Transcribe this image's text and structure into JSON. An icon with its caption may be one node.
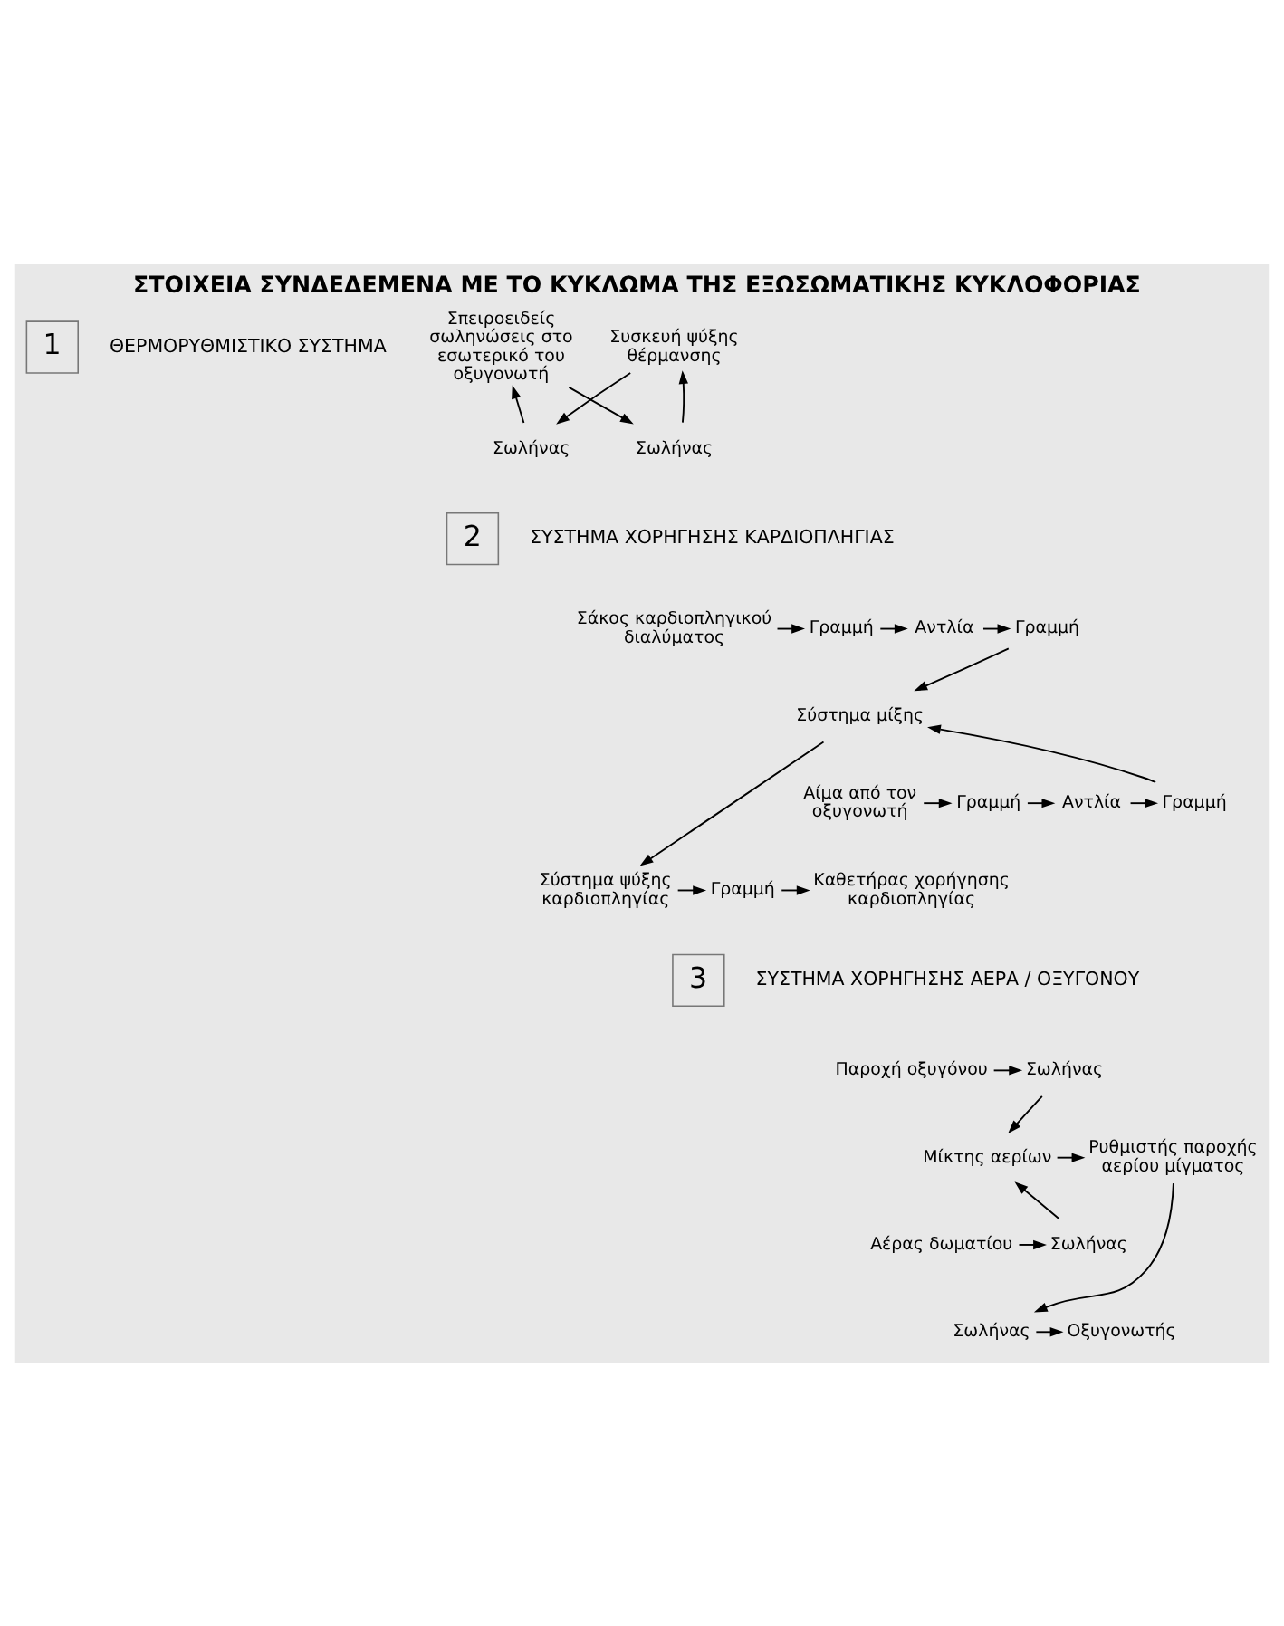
{
  "diagram": {
    "title": "ΣΤΟΙΧΕΙΑ ΣΥΝΔΕΔΕΜΕΝΑ ΜΕ ΤΟ ΚΥΚΛΩΜΑ ΤΗΣ ΕΞΩΣΩΜΑΤΙΚΗΣ ΚΥΚΛΟΦΟΡΙΑΣ",
    "nodes": [
      {
        "text": [
          "1"
        ],
        "beside": [
          "ΘΕΡΜΟΡΥΘΜΙΣΤΙΚΟ ΣΥΣΤΗΜΑ"
        ]
      },
      {
        "text": [
          "Συσκευή ψύξης θέρμανσης"
        ]
      },
      {
        "text": [
          "Σωλήνας"
        ]
      },
      {
        "text": [
          "Σπειροειδείς σωληνώσεις στο εσωτερικό του οξυγονωτή"
        ]
      },
      {
        "text": [
          "Σωλήνας"
        ]
      },
      {
        "text": [
          "2"
        ],
        "beside": [
          "ΣΥΣΤΗΜΑ ΧΟΡΗΓΗΣΗΣ ΚΑΡΔΙΟΠΛΗΓΙΑΣ"
        ]
      },
      {
        "text": [
          "Σάκος καρδιοπληγικού διαλύματος"
        ]
      },
      {
        "text": [
          "Γραμμή"
        ]
      },
      {
        "text": [
          "Αντλία"
        ]
      },
      {
        "text": [
          "Γραμμή"
        ]
      },
      {
        "text": [
          "Σύστημα μίξης"
        ]
      },
      {
        "text": [
          "Αίμα από τον οξυγονωτή"
        ]
      },
      {
        "text": [
          "Γραμμή"
        ]
      },
      {
        "text": [
          "Αντλία"
        ]
      },
      {
        "text": [
          "Γραμμή"
        ]
      },
      {
        "text": [
          "Καθετήρας χορήγησης καρδιοπληγίας"
        ]
      },
      {
        "text": [
          "Γραμμή"
        ]
      },
      {
        "text": [
          "Σύστημα ψύξης καρδιοπληγίας"
        ]
      },
      {
        "text": [
          "3"
        ],
        "beside": [
          "ΣΥΣΤΗΜΑ ΧΟΡΗΓΗΣΗΣ ΑΕΡΑ / ΟΞΥΓΟΝΟΥ"
        ]
      },
      {
        "text": [
          "Παροχή οξυγόνου"
        ]
      },
      {
        "text": [
          "Σωλήνας"
        ]
      },
      {
        "text": [
          "Μίκτης αερίων"
        ]
      },
      {
        "text": [
          "Ρυθμιστής παροχής αερίου μίγματος"
        ]
      },
      {
        "text": [
          "Αέρας δωματίου"
        ]
      },
      {
        "text": [
          "Σωλήνας"
        ]
      },
      {
        "text": [
          "Οξυγονωτής"
        ]
      },
      {
        "text": [
          "Σωλήνας"
        ]
      }
    ],
    "edges": [
      {
        "from": 1,
        "to": 2,
        "arrow": "to"
      },
      {
        "from": 2,
        "to": 3,
        "arrow": "to"
      },
      {
        "from": 3,
        "to": 4,
        "arrow": "to"
      },
      {
        "from": 4,
        "to": 1,
        "arrow": "to"
      },
      {
        "from": 6,
        "to": 7,
        "arrow": "to"
      },
      {
        "from": 7,
        "to": 8,
        "arrow": "to"
      },
      {
        "from": 8,
        "to": 9,
        "arrow": "to"
      },
      {
        "from": 9,
        "to": 10,
        "arrow": "to"
      },
      {
        "from": 11,
        "to": 12,
        "arrow": "to"
      },
      {
        "from": 12,
        "to": 13,
        "arrow": "to"
      },
      {
        "from": 13,
        "to": 14,
        "arrow": "to"
      },
      {
        "from": 14,
        "to": 10,
        "arrow": "to"
      },
      {
        "from": 10,
        "to": 17,
        "arrow": "to"
      },
      {
        "from": 17,
        "to": 16,
        "arrow": "to"
      },
      {
        "from": 16,
        "to": 15,
        "arrow": "to"
      },
      {
        "from": 19,
        "to": 20,
        "arrow": "to"
      },
      {
        "from": 20,
        "to": 21,
        "arrow": "to"
      },
      {
        "from": 23,
        "to": 24,
        "arrow": "to"
      },
      {
        "from": 24,
        "to": 21,
        "arrow": "to"
      },
      {
        "from": 21,
        "to": 22,
        "arrow": "to"
      },
      {
        "from": 22,
        "to": 26,
        "arrow": "to"
      },
      {
        "from": 26,
        "to": 25,
        "arrow": "to"
      }
    ]
  }
}
